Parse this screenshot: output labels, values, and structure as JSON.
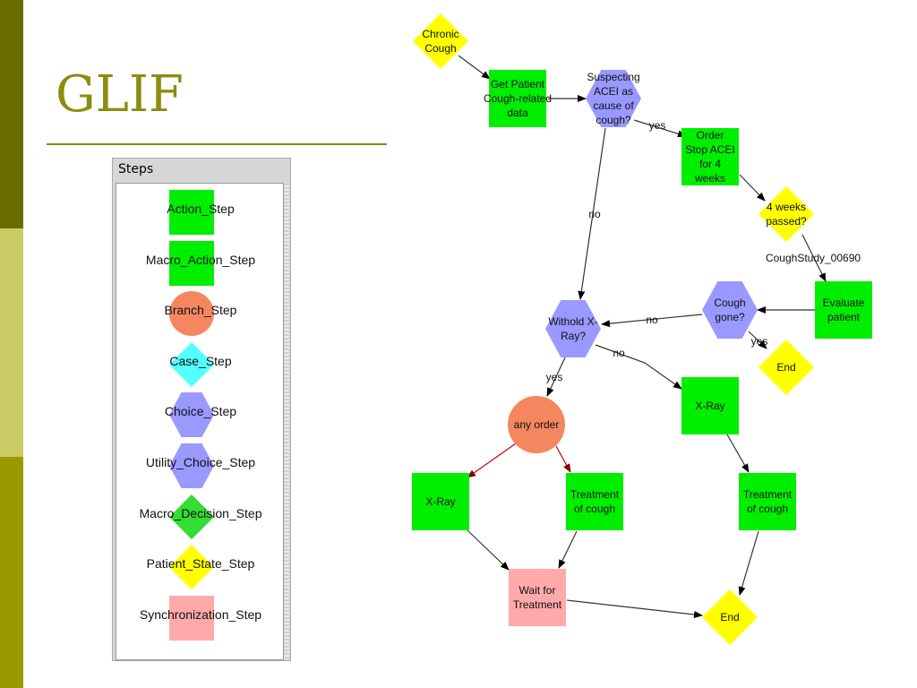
{
  "slide": {
    "title": "GLIF"
  },
  "palette": {
    "header": "Steps",
    "items": [
      {
        "label": "Action_Step",
        "shape": "square",
        "color": "#00ee00"
      },
      {
        "label": "Macro_Action_Step",
        "shape": "square",
        "color": "#00ee00"
      },
      {
        "label": "Branch_Step",
        "shape": "circle",
        "color": "#f4875f"
      },
      {
        "label": "Case_Step",
        "shape": "diamond",
        "color": "#55ffff"
      },
      {
        "label": "Choice_Step",
        "shape": "hexagon",
        "color": "#9999ff"
      },
      {
        "label": "Utility_Choice_Step",
        "shape": "hexagon",
        "color": "#9999ff"
      },
      {
        "label": "Macro_Decision_Step",
        "shape": "diamond",
        "color": "#33dd33"
      },
      {
        "label": "Patient_State_Step",
        "shape": "diamond",
        "color": "#ffff00"
      },
      {
        "label": "Synchronization_Step",
        "shape": "square",
        "color": "#ffaaaa"
      }
    ]
  },
  "flowchart": {
    "nodes": [
      {
        "id": "chronic",
        "type": "patient_state",
        "lines": [
          "Chronic",
          "Cough"
        ]
      },
      {
        "id": "getdata",
        "type": "action",
        "lines": [
          "Get Patient",
          "Cough-related",
          "data"
        ]
      },
      {
        "id": "suspect",
        "type": "choice",
        "lines": [
          "Suspecting",
          "ACEI as",
          "cause of",
          "cough?"
        ]
      },
      {
        "id": "order",
        "type": "action",
        "lines": [
          "Order",
          "Stop ACEI",
          "for 4",
          "weeks"
        ]
      },
      {
        "id": "weeks",
        "type": "patient_state",
        "lines": [
          "4 weeks",
          "passed?"
        ]
      },
      {
        "id": "evaluate",
        "type": "action",
        "lines": [
          "Evaluate",
          "patient"
        ]
      },
      {
        "id": "gone",
        "type": "choice",
        "lines": [
          "Cough",
          "gone?"
        ]
      },
      {
        "id": "end1",
        "type": "patient_state",
        "lines": [
          "End"
        ]
      },
      {
        "id": "withold",
        "type": "choice",
        "lines": [
          "Withold X-",
          "Ray?"
        ]
      },
      {
        "id": "anyorder",
        "type": "branch",
        "lines": [
          "any order"
        ]
      },
      {
        "id": "xray_r",
        "type": "action",
        "lines": [
          "X-Ray"
        ]
      },
      {
        "id": "xray_l",
        "type": "action",
        "lines": [
          "X-Ray"
        ]
      },
      {
        "id": "treat_m",
        "type": "action",
        "lines": [
          "Treatment",
          "of cough"
        ]
      },
      {
        "id": "treat_r",
        "type": "action",
        "lines": [
          "Treatment",
          "of cough"
        ]
      },
      {
        "id": "wait",
        "type": "synchronization",
        "lines": [
          "Wait for",
          "Treatment"
        ]
      },
      {
        "id": "end2",
        "type": "patient_state",
        "lines": [
          "End"
        ]
      }
    ],
    "edges": [
      {
        "from": "chronic",
        "to": "getdata",
        "label": ""
      },
      {
        "from": "getdata",
        "to": "suspect",
        "label": ""
      },
      {
        "from": "suspect",
        "to": "order",
        "label": "yes"
      },
      {
        "from": "suspect",
        "to": "withold",
        "label": "no"
      },
      {
        "from": "order",
        "to": "weeks",
        "label": ""
      },
      {
        "from": "weeks",
        "to": "evaluate",
        "label": "CoughStudy_00690"
      },
      {
        "from": "evaluate",
        "to": "gone",
        "label": ""
      },
      {
        "from": "gone",
        "to": "withold",
        "label": "no"
      },
      {
        "from": "gone",
        "to": "end1",
        "label": "yes"
      },
      {
        "from": "withold",
        "to": "anyorder",
        "label": "yes"
      },
      {
        "from": "withold",
        "to": "xray_r",
        "label": "no"
      },
      {
        "from": "anyorder",
        "to": "xray_l",
        "label": ""
      },
      {
        "from": "anyorder",
        "to": "treat_m",
        "label": ""
      },
      {
        "from": "xray_l",
        "to": "wait",
        "label": ""
      },
      {
        "from": "treat_m",
        "to": "wait",
        "label": ""
      },
      {
        "from": "wait",
        "to": "end2",
        "label": ""
      },
      {
        "from": "xray_r",
        "to": "treat_r",
        "label": ""
      },
      {
        "from": "treat_r",
        "to": "end2",
        "label": ""
      }
    ]
  },
  "colors": {
    "action": "#00ee00",
    "choice": "#9999ff",
    "patient_state": "#ffff00",
    "branch": "#f4875f",
    "synchronization": "#ffaaaa",
    "edge": "#333333",
    "branch_edge": "#cc0000",
    "title": "#8c8c10"
  }
}
